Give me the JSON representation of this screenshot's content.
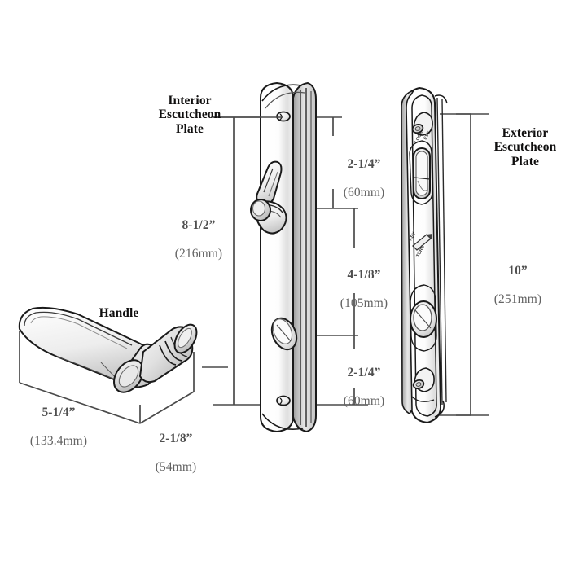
{
  "drawing": {
    "title_parts": {
      "interior_plate": "Interior Escutcheon\nPlate",
      "exterior_plate": "Exterior\nEscutcheon\nPlate",
      "handle": "Handle"
    },
    "dimensions": {
      "plate_height": {
        "imperial": "8-1/2”",
        "metric": "(216mm)"
      },
      "top_to_thumbturn": {
        "imperial": "2-1/4”",
        "metric": "(60mm)"
      },
      "thumbturn_to_keyhole": {
        "imperial": "4-1/8”",
        "metric": "(105mm)"
      },
      "keyhole_to_bottom": {
        "imperial": "2-1/4”",
        "metric": "(60mm)"
      },
      "exterior_height": {
        "imperial": "10”",
        "metric": "(251mm)"
      },
      "handle_length": {
        "imperial": "5-1/4”",
        "metric": "(133.4mm)"
      },
      "handle_projection": {
        "imperial": "2-1/8”",
        "metric": "(54mm)"
      }
    },
    "colors": {
      "line": "#1a1a1a",
      "dimension_line": "#4a4a4a",
      "label_text": "#100f0f",
      "dimension_text": "#5d5d5d",
      "background": "#ffffff",
      "shading": "#b9b9b9"
    },
    "icons": {
      "interior_plate": "escutcheon-plate-interior",
      "exterior_plate": "escutcheon-plate-exterior",
      "handle": "door-lever-handle",
      "thumbturn": "thumbturn-lever",
      "keyhole": "oval-keyhole",
      "screw_hole": "screw-hole"
    }
  }
}
